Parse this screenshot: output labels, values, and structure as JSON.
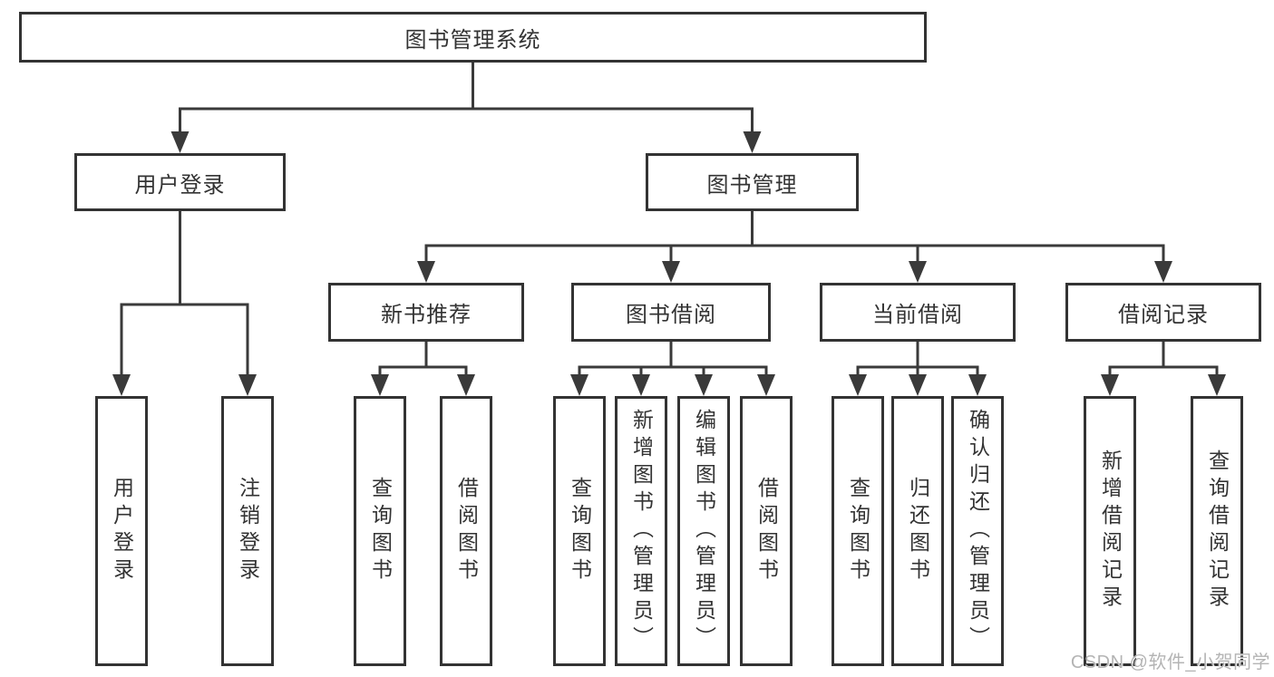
{
  "colors": {
    "background": "#ffffff",
    "line": "#3a3a3a",
    "box_border": "#333333",
    "text": "#333333",
    "watermark_text": "#b4b4b4"
  },
  "diagram": {
    "type": "hierarchy-tree",
    "root": {
      "label": "图书管理系统",
      "children": [
        {
          "label": "用户登录",
          "children": [
            {
              "label": "用户登录"
            },
            {
              "label": "注销登录"
            }
          ]
        },
        {
          "label": "图书管理",
          "children": [
            {
              "label": "新书推荐",
              "children": [
                {
                  "label": "查询图书"
                },
                {
                  "label": "借阅图书"
                }
              ]
            },
            {
              "label": "图书借阅",
              "children": [
                {
                  "label": "查询图书"
                },
                {
                  "label": "新增图书（管理员）"
                },
                {
                  "label": "编辑图书（管理员）"
                },
                {
                  "label": "借阅图书"
                }
              ]
            },
            {
              "label": "当前借阅",
              "children": [
                {
                  "label": "查询图书"
                },
                {
                  "label": "归还图书"
                },
                {
                  "label": "确认归还（管理员）"
                }
              ]
            },
            {
              "label": "借阅记录",
              "children": [
                {
                  "label": "新增借阅记录"
                },
                {
                  "label": "查询借阅记录"
                }
              ]
            }
          ]
        }
      ]
    }
  },
  "watermark": {
    "text": "CSDN @软件_小贺同学"
  }
}
